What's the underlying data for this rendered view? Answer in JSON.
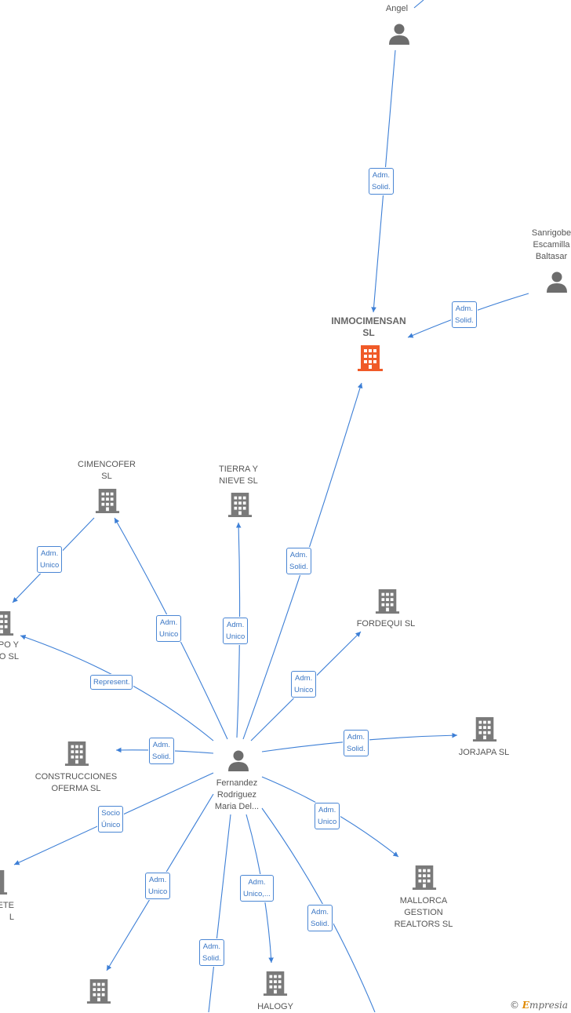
{
  "colors": {
    "edge": "#3d7fd6",
    "company": "#7a7a7a",
    "focus": "#f05a28",
    "person": "#6d6d6d"
  },
  "nodes": {
    "angel": {
      "label": "Angel",
      "type": "person"
    },
    "sanrigobe": {
      "label": "Sanrigobe\nEscamilla\nBaltasar",
      "type": "person"
    },
    "inmocimensan": {
      "label": "INMOCIMENSAN\nSL",
      "type": "company-focus"
    },
    "cimencofer": {
      "label": "CIMENCOFER\nSL",
      "type": "company"
    },
    "tierra": {
      "label": "TIERRA Y\nNIEVE  SL",
      "type": "company"
    },
    "fordequi": {
      "label": "FORDEQUI SL",
      "type": "company"
    },
    "jorjapa": {
      "label": "JORJAPA  SL",
      "type": "company"
    },
    "oferma": {
      "label": "CONSTRUCCIONES\nOFERMA  SL",
      "type": "company"
    },
    "mallorca": {
      "label": "MALLORCA\nGESTION\nREALTORS  SL",
      "type": "company"
    },
    "halogy": {
      "label": "HALOGY",
      "type": "company"
    },
    "fernandez": {
      "label": "Fernandez\nRodriguez\nMaria Del...",
      "type": "person"
    },
    "po_y": {
      "label": "PO Y\nO  SL",
      "type": "company"
    },
    "ete": {
      "label": "ETE\nL",
      "type": "company"
    },
    "bottom_left": {
      "label": "",
      "type": "company"
    }
  },
  "badges": {
    "angel_inmo": "Adm.\nSolid.",
    "sanri_inmo": "Adm.\nSolid.",
    "cimen_po": "Adm.\nUnico",
    "fern_cimen": "Adm.\nUnico",
    "fern_tierra": "Adm.\nUnico",
    "fern_inmo": "Adm.\nSolid.",
    "fern_fordequi": "Adm.\nUnico",
    "fern_jorjapa": "Adm.\nSolid.",
    "fern_oferma": "Adm.\nSolid.",
    "fern_po": "Represent.",
    "fern_ete": "Socio\nÚnico",
    "fern_mallorca": "Adm.\nUnico",
    "fern_bl": "Adm.\nUnico",
    "fern_halogy": "Adm.\nUnico,...",
    "fern_bottom": "Adm.\nSolid.",
    "fern_bottomright": "Adm.\nSolid."
  },
  "watermark": {
    "symbol": "©",
    "brand_initial": "E",
    "brand_rest": "mpresia"
  }
}
